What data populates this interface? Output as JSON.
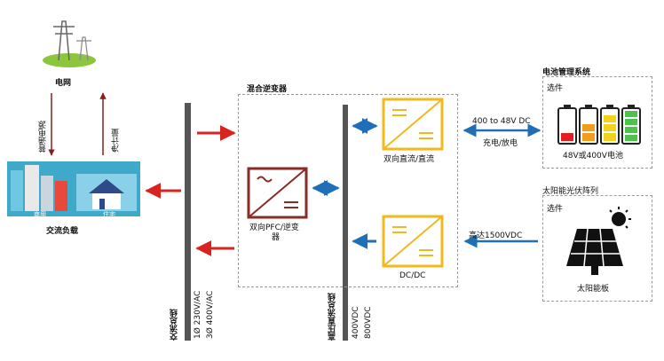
{
  "grid": {
    "label": "电网"
  },
  "ac_load": {
    "label": "交流负载",
    "commercial": "商用",
    "residential": "住宅"
  },
  "grid_arrows": {
    "supply": "普通电源",
    "metering": "净计量"
  },
  "ac_bus": {
    "name": "交流总线",
    "line1": "1Ø 230V/AC",
    "line2": "3Ø 400V/AC"
  },
  "hybrid_inverter": {
    "title": "混合逆变器"
  },
  "pfc": {
    "label_line1": "双向PFC/逆变",
    "label_line2": "器"
  },
  "dc_bus": {
    "name": "高压直流总线",
    "line1": "400VDC",
    "line2": "800VDC"
  },
  "bidir_dcdc": {
    "label": "双向直流/直流"
  },
  "dcdc": {
    "label": "DC/DC"
  },
  "battery_link": {
    "voltage": "400 to 48V DC",
    "mode": "充电/放电"
  },
  "solar_link": {
    "voltage": "高达1500VDC"
  },
  "bms": {
    "title": "电池管理系统",
    "optional": "选件",
    "label": "48V或400V电池"
  },
  "solar": {
    "title": "太阳能光伏阵列",
    "optional": "选件",
    "label": "太阳能板"
  },
  "colors": {
    "red": "#d9231f",
    "blue": "#1f6fb8",
    "yellow": "#f3b81c",
    "brown": "#8a2b26",
    "bus": "#555555"
  }
}
